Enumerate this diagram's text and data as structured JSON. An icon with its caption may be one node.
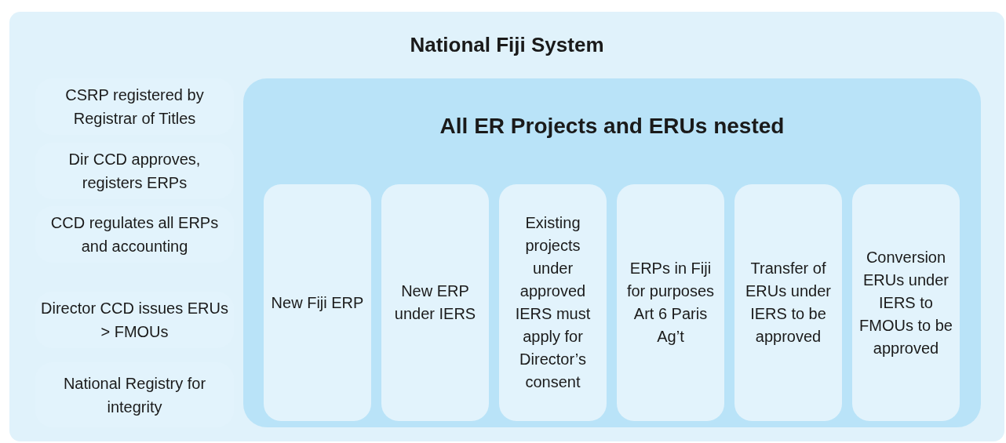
{
  "diagram": {
    "nodes": [
      {
        "text": [
          "National Fiji System"
        ]
      },
      {
        "text": [
          "CSRP registered by Registrar of Titles"
        ],
        "in": 0
      },
      {
        "text": [
          "Dir CCD approves, registers ERPs"
        ],
        "in": 0
      },
      {
        "text": [
          "CCD regulates all ERPs and accounting"
        ],
        "in": 0
      },
      {
        "text": [
          "Director CCD issues ERUs > FMOUs"
        ],
        "in": 0
      },
      {
        "text": [
          "National Registry for integrity"
        ],
        "in": 0
      },
      {
        "text": [
          "All ER Projects and ERUs nested"
        ],
        "in": 0
      },
      {
        "text": [
          "New Fiji ERP"
        ],
        "in": 6
      },
      {
        "text": [
          "New ERP under IERS"
        ],
        "in": 6
      },
      {
        "text": [
          "Existing projects under approved IERS must apply for Director’s consent"
        ],
        "in": 6
      },
      {
        "text": [
          "ERPs in Fiji for purposes Art 6 Paris Ag’t"
        ],
        "in": 6
      },
      {
        "text": [
          "Transfer of ERUs under IERS to be approved"
        ],
        "in": 6
      },
      {
        "text": [
          "Conversion ERUs under IERS to FMOUs to be approved"
        ],
        "in": 6
      }
    ]
  }
}
